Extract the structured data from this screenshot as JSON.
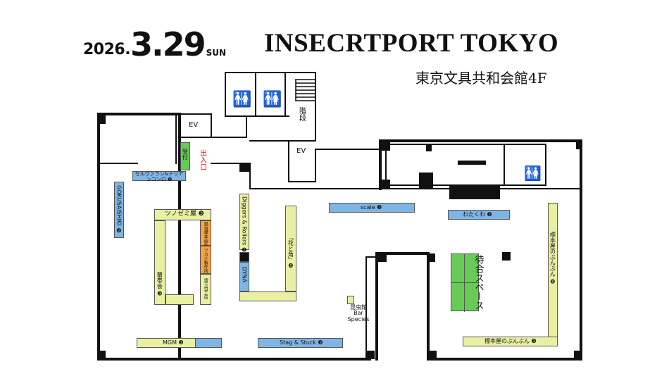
{
  "header": {
    "date_year": "2026.",
    "date_md": "3.29",
    "date_dow": "SUN",
    "title": "INSECRTPORT TOKYO",
    "venue": "東京文具共和会館4F"
  },
  "facilities": {
    "ev_left": "EV",
    "ev_right": "EV",
    "stairs": "階段",
    "entrance": "出入口",
    "reception": "受付",
    "restroom_icon": "restroom-icon",
    "waiting_area": "待合スペース"
  },
  "booths": {
    "serva": "セルヴァラン&ドリアンコンロ ❷",
    "gokusai": "GOKUSAISHIKI ❷",
    "tsunozemi": "ツノゼミ屋 ❸",
    "konchu_sakuhin": "昆虫標本画作家",
    "tsukana": "ツカナ製作所",
    "saitama": "埼玉虫工房",
    "kaigara": "蘭帯会 ❸",
    "diggers": "Diggers & Rollers ❷",
    "dyna": "DYNA",
    "hanatotsuno": "『花と角』❺",
    "scale": "scale ❸",
    "watakuwa": "わたくわ ❷",
    "hyohonya_right": "標本屋のぶんぶん ❽",
    "hyohonya_bottom": "標本屋のぶんぶん ❸",
    "konchubar": "昆虫館Bar Species",
    "mgm": "MGM ❸",
    "stag": "Stag & Stuck ❸"
  },
  "colors": {
    "booth_yellow": "#e9f0a2",
    "booth_blue": "#7fb5e4",
    "booth_green": "#66cc55",
    "booth_orange": "#f5a347",
    "wall": "#111111"
  }
}
